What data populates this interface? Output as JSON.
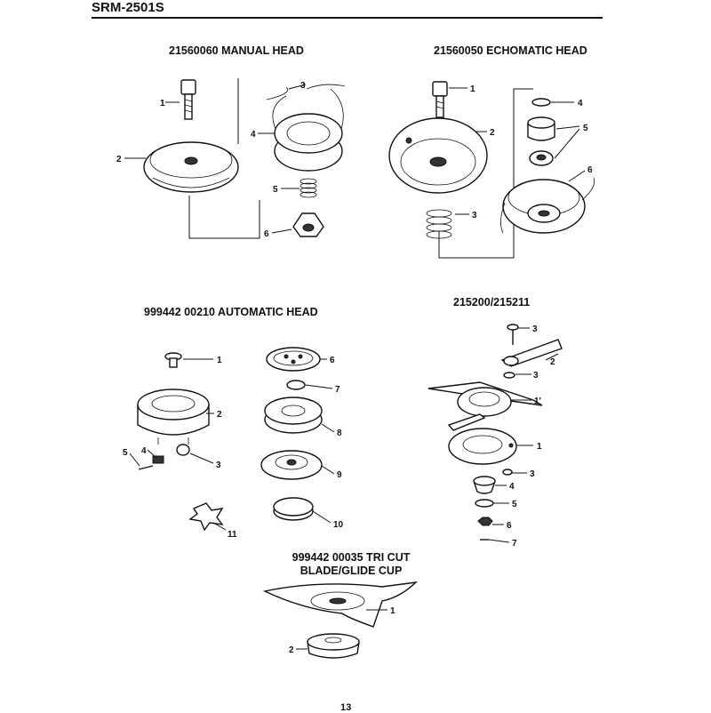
{
  "header": {
    "model": "SRM-2501S"
  },
  "diagrams": {
    "manual": {
      "title": "21560060 MANUAL HEAD",
      "labels": [
        "1",
        "2",
        "3",
        "4",
        "5",
        "6"
      ]
    },
    "echomatic": {
      "title": "21560050 ECHOMATIC HEAD",
      "labels": [
        "1",
        "2",
        "3",
        "4",
        "5",
        "6"
      ]
    },
    "automatic": {
      "title": "999442 00210 AUTOMATIC HEAD",
      "labels": [
        "1",
        "2",
        "3",
        "4",
        "5",
        "6",
        "7",
        "8",
        "9",
        "10",
        "11"
      ]
    },
    "blade_kit": {
      "title": "215200/215211",
      "labels": [
        "3",
        "2",
        "3",
        "1'",
        "1",
        "3",
        "4",
        "5",
        "6",
        "7"
      ]
    },
    "tricut": {
      "title_line1": "999442 00035 TRI CUT",
      "title_line2": "BLADE/GLIDE CUP",
      "labels": [
        "1",
        "2"
      ]
    }
  },
  "footer": {
    "page_number": "13"
  }
}
